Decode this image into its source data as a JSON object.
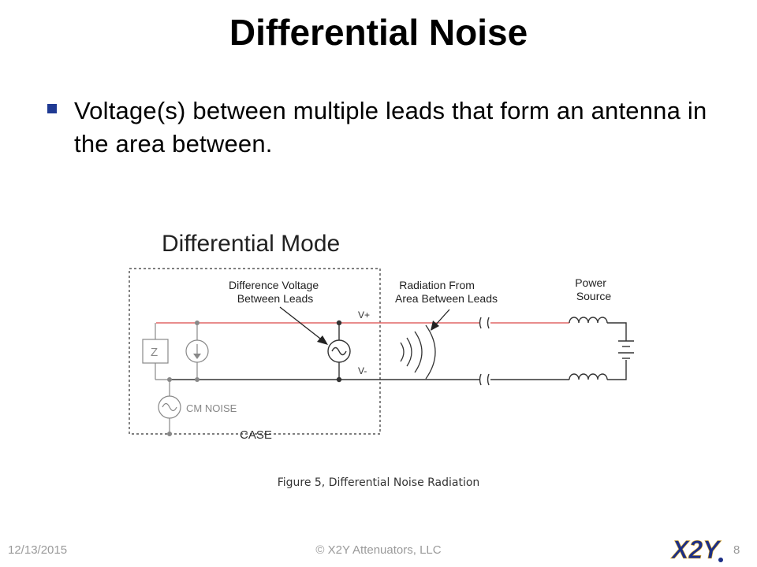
{
  "slide": {
    "title": "Differential Noise",
    "bullet": "Voltage(s) between multiple leads that form an antenna in the area between."
  },
  "diagram": {
    "heading": "Differential Mode",
    "label_difference": [
      "Difference Voltage",
      "Between Leads"
    ],
    "label_radiation": [
      "Radiation From",
      "Area Between Leads"
    ],
    "label_power": [
      "Power",
      "Source"
    ],
    "label_vplus": "V+",
    "label_vminus": "V-",
    "label_z": "Z",
    "label_cm_noise": "CM NOISE",
    "label_case": "CASE",
    "caption": "Figure 5, Differential Noise Radiation"
  },
  "colors": {
    "bullet": "#1f3a93",
    "red_lead": "#e06666",
    "wire": "#333333",
    "logo_blue": "#1c2f86",
    "logo_gold": "#e8b22a",
    "footer": "#9a9a9a"
  },
  "footer": {
    "date": "12/13/2015",
    "copyright": "© X2Y Attenuators, LLC",
    "page": "8",
    "logo": "X2Y"
  }
}
